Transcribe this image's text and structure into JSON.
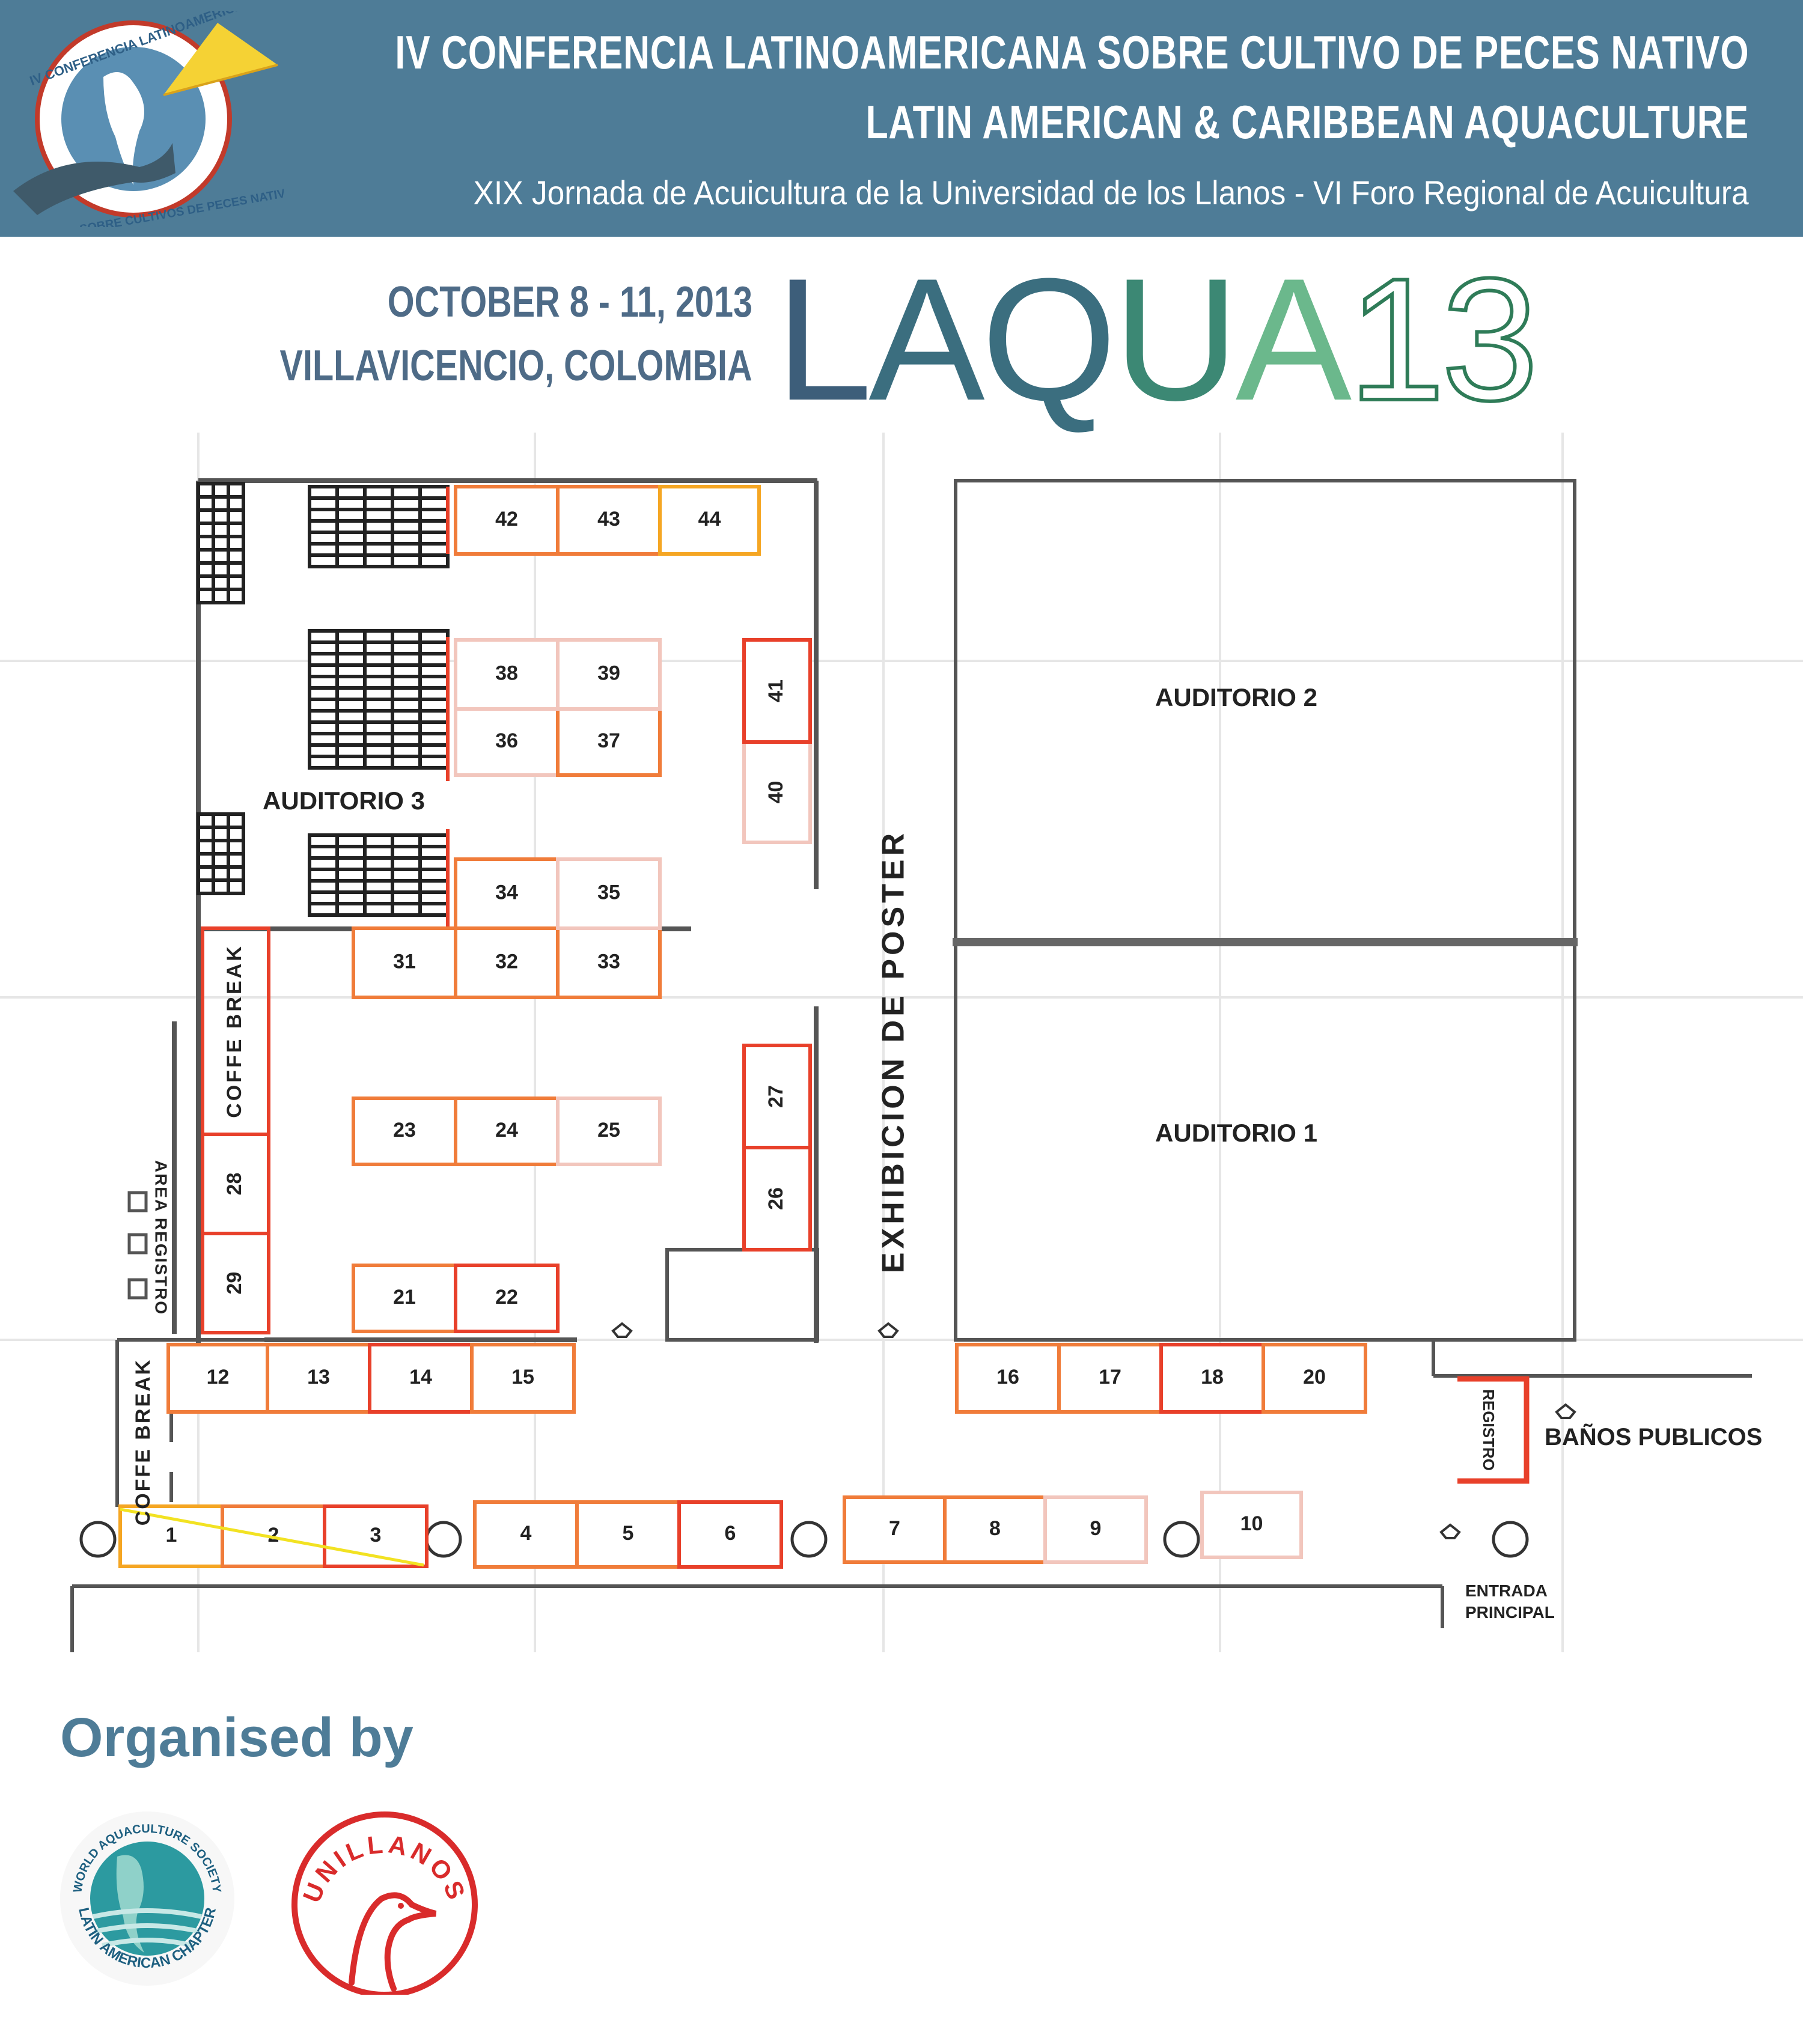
{
  "header": {
    "title_line1": "IV CONFERENCIA LATINOAMERICANA SOBRE CULTIVO DE PECES NATIVO",
    "title_line2": "LATIN AMERICAN & CARIBBEAN AQUACULTURE",
    "title_line3": "XIX Jornada de Acuicultura de la Universidad de los Llanos - VI Foro Regional de Acuicultura",
    "logo_text_top": "IV CONFERENCIA LATINOAMERICANA",
    "logo_text_bottom": "SOBRE CULTIVOS DE PECES NATIVOS",
    "background_color": "#4e7c97"
  },
  "event": {
    "dates": "OCTOBER 8 - 11, 2013",
    "location": "VILLAVICENCIO, COLOMBIA",
    "brand_letters": [
      "L",
      "A",
      "Q",
      "U",
      "A",
      "13"
    ]
  },
  "floorplan": {
    "auditorium_1": "AUDITORIO 1",
    "auditorium_2": "AUDITORIO 2",
    "auditorium_3": "AUDITORIO 3",
    "poster_area": "EXHIBICION DE POSTER",
    "coffee_break_upper": "COFFE BREAK",
    "coffee_break_lower": "COFFE BREAK",
    "registration_area": "AREA REGISTRO",
    "registration": "REGISTRO",
    "restrooms": "BAÑOS PUBLICOS",
    "main_entrance_line1": "ENTRADA",
    "main_entrance_line2": "PRINCIPAL",
    "booths": [
      "1",
      "2",
      "3",
      "4",
      "5",
      "6",
      "7",
      "8",
      "9",
      "10",
      "12",
      "13",
      "14",
      "15",
      "16",
      "17",
      "18",
      "20",
      "21",
      "22",
      "23",
      "24",
      "25",
      "26",
      "27",
      "28",
      "29",
      "31",
      "32",
      "33",
      "34",
      "35",
      "36",
      "37",
      "38",
      "39",
      "40",
      "41",
      "42",
      "43",
      "44"
    ],
    "booth_border_colors": [
      "#e8402a",
      "#f07c3a",
      "#f5a623",
      "#f2c6bd"
    ]
  },
  "footer": {
    "organised_by": "Organised by",
    "org1_text_top": "WORLD AQUACULTURE SOCIETY",
    "org1_text_bottom": "LATIN AMERICAN CHAPTER",
    "org2_name": "UNILLANOS",
    "accent_color": "#4e7c97"
  }
}
